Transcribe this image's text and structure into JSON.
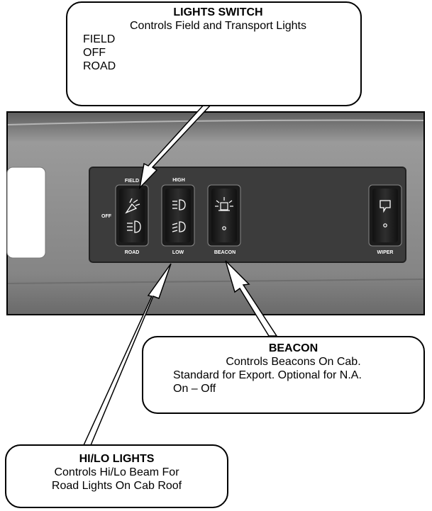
{
  "lights_callout": {
    "title": "LIGHTS SWITCH",
    "subtitle": "Controls Field and Transport Lights",
    "positions": [
      "FIELD",
      "OFF",
      "ROAD"
    ]
  },
  "beacon_callout": {
    "title": "BEACON",
    "lines": [
      "Controls Beacons On Cab.",
      "Standard for Export.  Optional for N.A.",
      "On – Off"
    ]
  },
  "hilo_callout": {
    "title": "HI/LO LIGHTS",
    "lines": [
      "Controls Hi/Lo Beam For",
      "Road Lights On Cab Roof"
    ]
  },
  "panel_labels": {
    "field": "FIELD",
    "off": "OFF",
    "road": "ROAD",
    "high": "HIGH",
    "low": "LOW",
    "beacon": "BEACON",
    "wiper": "WIPER"
  },
  "colors": {
    "dash": "#8a8a8a",
    "switch_panel": "#3c3c3c",
    "rocker": "#222222",
    "label": "#ffffff"
  }
}
